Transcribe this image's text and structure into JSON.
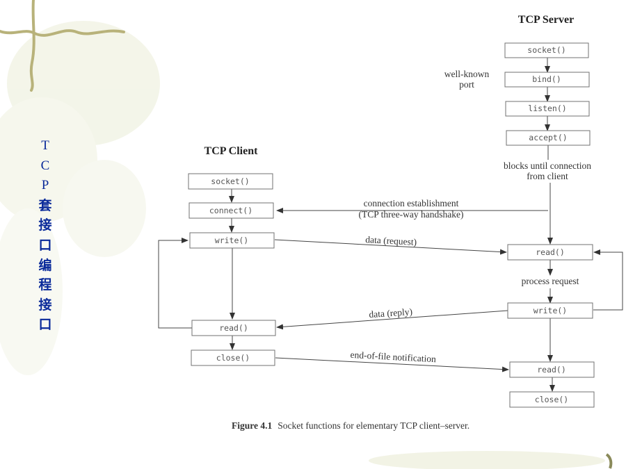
{
  "side_title": {
    "latin": [
      "T",
      "C",
      "P"
    ],
    "cjk": [
      "套",
      "接",
      "口",
      "编",
      "程",
      "接",
      "口"
    ]
  },
  "server": {
    "header": "TCP Server",
    "socket": "socket()",
    "bind": "bind()",
    "listen": "listen()",
    "accept": "accept()",
    "read": "read()",
    "write": "write()",
    "read2": "read()",
    "close": "close()",
    "well_known_1": "well-known",
    "well_known_2": "port",
    "blocks_1": "blocks until connection",
    "blocks_2": "from client",
    "process": "process request"
  },
  "client": {
    "header": "TCP Client",
    "socket": "socket()",
    "connect": "connect()",
    "write": "write()",
    "read": "read()",
    "close": "close()"
  },
  "messages": {
    "conn_1": "connection establishment",
    "conn_2": "(TCP three-way handshake)",
    "request": "data (request)",
    "reply": "data (reply)",
    "eof": "end-of-file notification"
  },
  "caption": {
    "number": "Figure 4.1",
    "text": "Socket functions for elementary TCP client–server."
  }
}
